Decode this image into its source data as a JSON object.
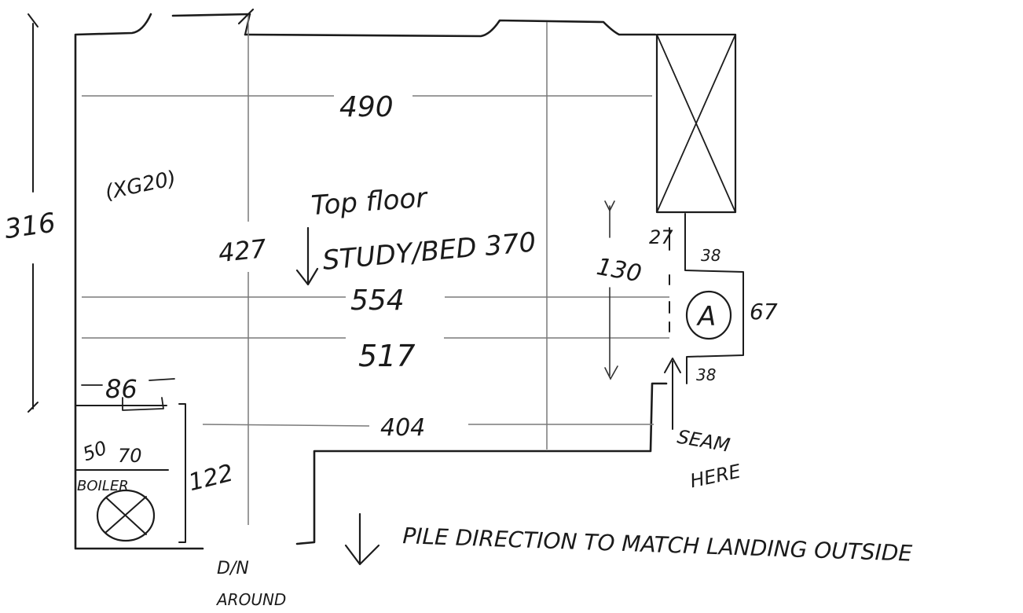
{
  "labels": {
    "height_total": "316",
    "room_code": "(XG20)",
    "width_top": "490",
    "floor": "Top floor",
    "room_name": "STUDY/BED 370",
    "dim_427": "427",
    "dim_554": "554",
    "dim_517": "517",
    "dim_404": "404",
    "dim_86": "86",
    "dim_50": "50",
    "dim_70": "70",
    "dim_122": "122",
    "boiler": "BOILER",
    "dim_130": "130",
    "dim_27": "27",
    "dim_38_top": "38",
    "dim_67": "67",
    "dim_38_bottom": "38",
    "marker_a": "A",
    "seam_note_1": "SEAM",
    "seam_note_2": "HERE",
    "door_note_1": "D/N",
    "door_note_2": "AROUND",
    "pile_note": "PILE DIRECTION TO MATCH LANDING OUTSIDE"
  }
}
